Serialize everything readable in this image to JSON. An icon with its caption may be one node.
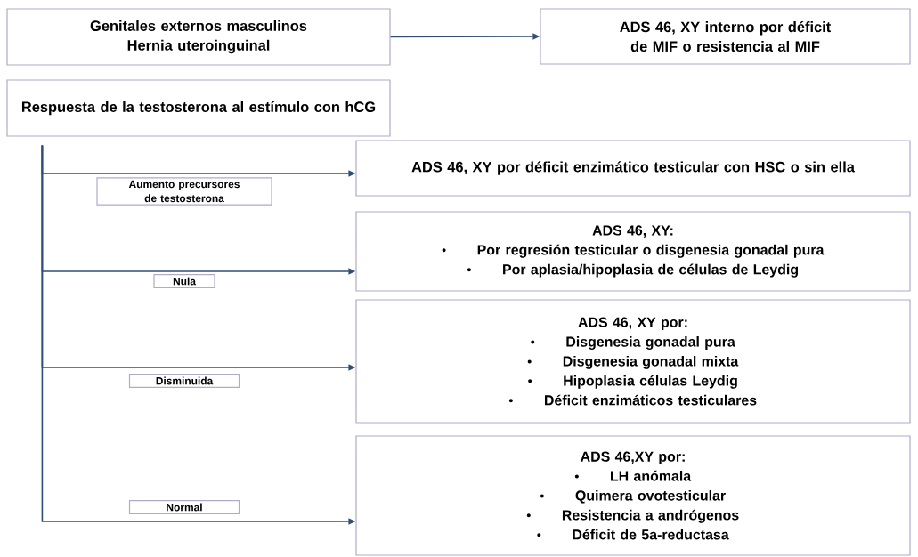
{
  "diagram": {
    "nodes": [
      {
        "text": [
          "Genitales externos masculinos",
          "Hernia uteroinguinal"
        ]
      },
      {
        "text": [
          "ADS 46, XY interno por déficit de MIF o resistencia al MIF"
        ]
      },
      {
        "text": [
          "Respuesta de la testosterona al estímulo con hCG"
        ]
      },
      {
        "text": [
          "ADS 46, XY por déficit enzimático testicular con HSC o sin ella"
        ]
      },
      {
        "text": [
          "ADS 46, XY:",
          "Por regresión testicular o disgenesia gonadal pura",
          "Por aplasia/hipoplasia de células de Leydig"
        ]
      },
      {
        "text": [
          "ADS 46, XY  por:",
          "Disgenesia gonadal pura",
          "Disgenesia gonadal mixta",
          "Hipoplasia células Leydig",
          "Déficit enzimáticos testiculares"
        ]
      },
      {
        "text": [
          "ADS 46,XY por:",
          "LH anómala",
          "Quimera ovotesticular",
          "Resistencia a andrógenos",
          "Déficit de 5a-reductasa"
        ]
      }
    ],
    "edges": [
      {
        "from": 0,
        "to": 1,
        "arrow": "to"
      },
      {
        "from": 2,
        "to": 3,
        "arrow": "to",
        "label": "Aumento precursores de testosterona"
      },
      {
        "from": 2,
        "to": 4,
        "arrow": "to",
        "label": "Nula"
      },
      {
        "from": 2,
        "to": 5,
        "arrow": "to",
        "label": "Disminuida"
      },
      {
        "from": 2,
        "to": 6,
        "arrow": "to",
        "label": "Normal"
      }
    ]
  }
}
